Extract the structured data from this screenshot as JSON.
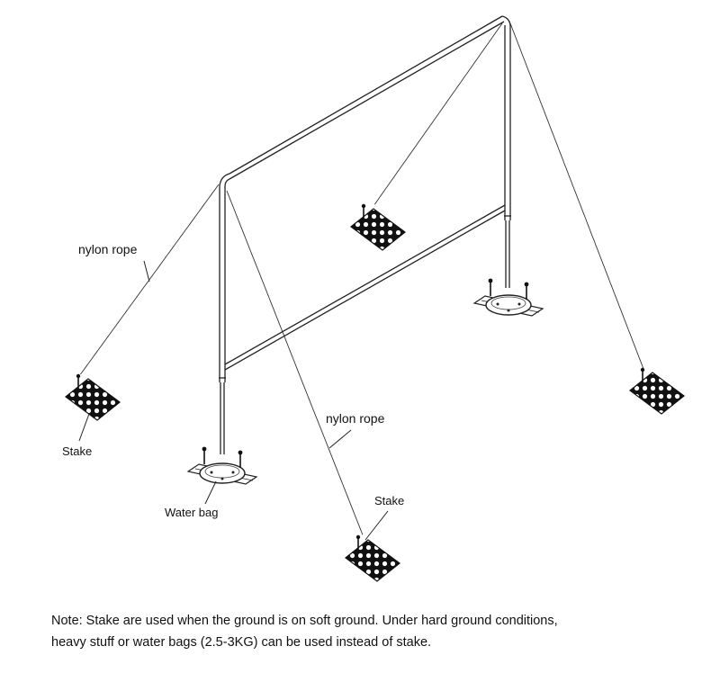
{
  "labels": {
    "nylon_rope_left": "nylon rope",
    "nylon_rope_center": "nylon rope",
    "stake_left": "Stake",
    "water_bag": "Water bag",
    "stake_bottom": "Stake"
  },
  "note": {
    "line1": "Note: Stake are used when the ground is on soft ground. Under hard ground conditions,",
    "line2": "heavy stuff or water bags (2.5-3KG) can be used instead of stake."
  },
  "colors": {
    "line": "#222222",
    "background": "#ffffff"
  }
}
